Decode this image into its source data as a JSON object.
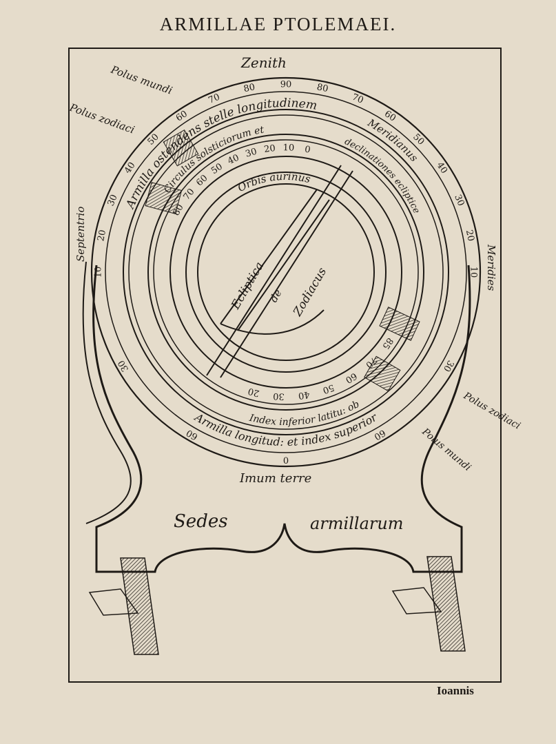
{
  "page": {
    "title": "ARMILLAE PTOLEMAEI.",
    "catchword": "Ioannis"
  },
  "labels": {
    "zenith": "Zenith",
    "polus_mundi_top": "Polus mundi",
    "polus_zodiaci_top": "Polus zodiaci",
    "septentrio": "Septentrio",
    "meridies": "Meridies",
    "meridianus": "Meridianus",
    "armilla_stelle": "Armilla ostendens stelle longitudinem",
    "circulus_solsticiorum": "Circulus solsticiorum et",
    "declinationes": "declinationes ecliptice",
    "orbis": "Orbis aurinus",
    "ecliptica": "Ecliptica",
    "de": "de",
    "zodiacus": "Zodiacus",
    "index_inferior": "Index inferior latitu: ob",
    "armilla_longitud": "Armilla longitud: et index superior",
    "polus_zodiaci_bottom": "Polus zodiaci",
    "polus_mundi_bottom": "Polus mundi",
    "imum_terre": "Imum terre",
    "sedes": "Sedes",
    "armillarum": "armillarum"
  },
  "scales": {
    "outer_top": [
      "10",
      "20",
      "30",
      "40",
      "50",
      "60",
      "70",
      "80",
      "90",
      "80",
      "70",
      "60",
      "50",
      "40",
      "30",
      "20",
      "10"
    ],
    "outer_bottom": [
      "30",
      "60",
      "0",
      "60",
      "30"
    ],
    "inner_top": [
      "80",
      "70",
      "60",
      "50",
      "40",
      "30",
      "20",
      "10",
      "0"
    ],
    "inner_bottom": [
      "20",
      "30",
      "40",
      "50",
      "60",
      "70",
      "85"
    ]
  }
}
